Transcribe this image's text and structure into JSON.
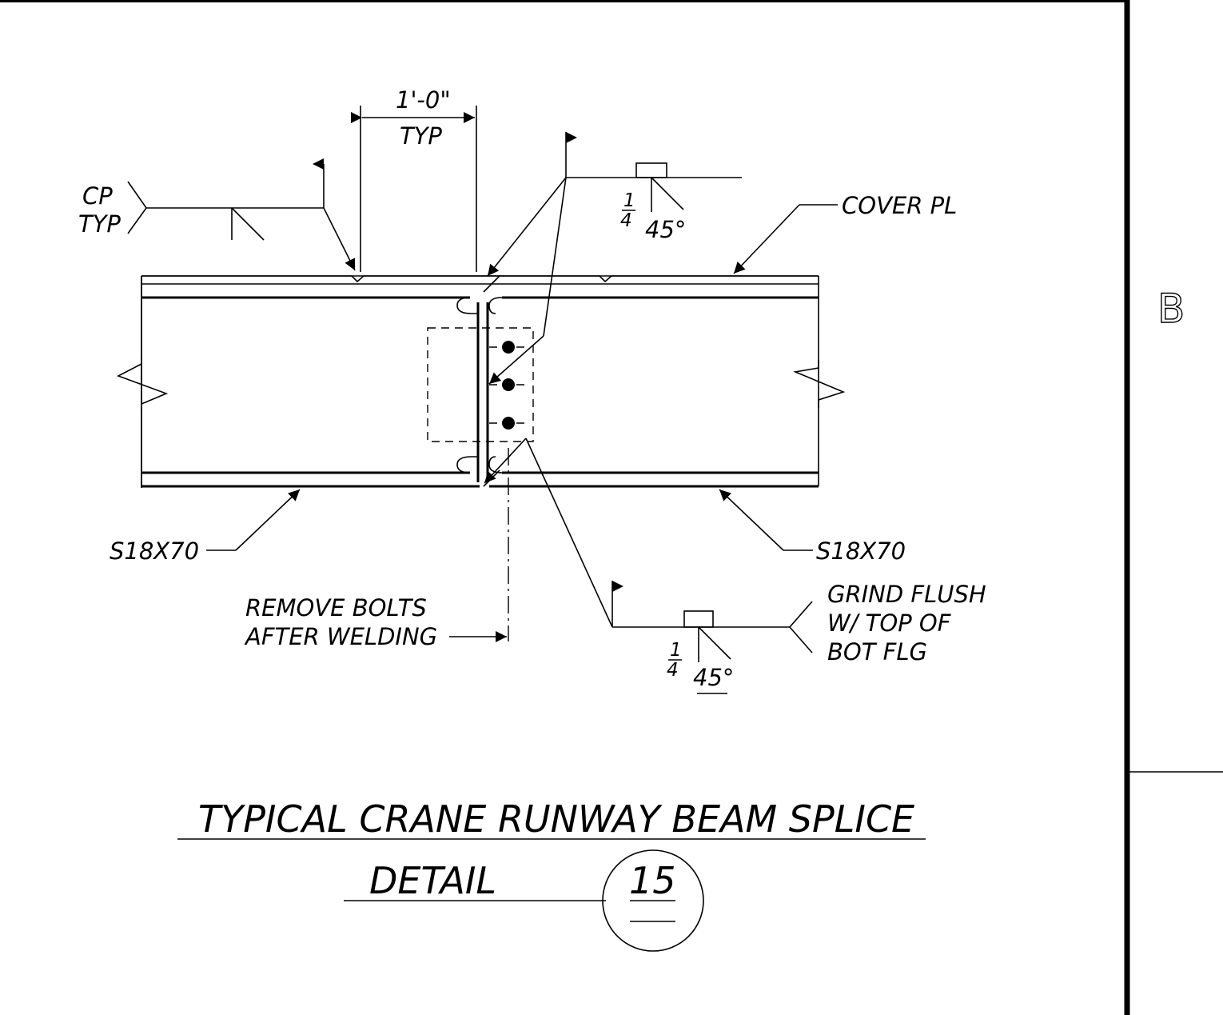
{
  "labels": {
    "dim_length": "1'-0\"",
    "dim_typ": "TYP",
    "cp": "CP",
    "cp_typ": "TYP",
    "cover_plate": "COVER PL",
    "weld_size_top_num": "1",
    "weld_size_top_den": "4",
    "weld_angle_top": "45°",
    "weld_size_bot_num": "1",
    "weld_size_bot_den": "4",
    "weld_angle_bot": "45°",
    "beam_left": "S18X70",
    "beam_right": "S18X70",
    "remove_bolts_1": "REMOVE BOLTS",
    "remove_bolts_2": "AFTER WELDING",
    "grind_1": "GRIND FLUSH",
    "grind_2": "W/ TOP OF",
    "grind_3": "BOT FLG",
    "title_line1": "TYPICAL CRANE RUNWAY BEAM SPLICE",
    "title_line2": "DETAIL",
    "detail_number": "15",
    "section_letter": "B"
  }
}
